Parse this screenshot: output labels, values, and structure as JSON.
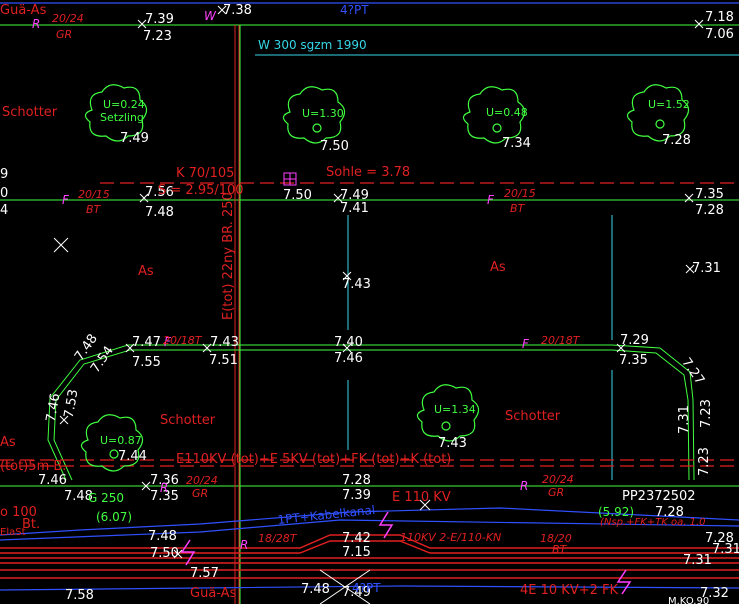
{
  "labels": {
    "top_left": "Guä-As",
    "r_top": "R",
    "bt_tl": "20/24",
    "gr_tl": "GR",
    "w_top": "W",
    "fp_top": "4?PT",
    "water_main": "W 300 sgzm 1990",
    "schotter_1": "Schotter",
    "schotter_2": "Schotter",
    "schotter_3": "Schotter",
    "sohle": "Sohle = 3.78",
    "k_pipe": "K 70/105",
    "sohle_2": "S = 2.95/100",
    "cable_vertical": "E(tot) 22ny BR. 250",
    "f_1": "F",
    "f_1_code": "20/15",
    "f_1_type": "BT",
    "f_2": "F",
    "f_2_code": "20/15",
    "f_2_type": "BT",
    "f_3": "F",
    "f_3_code": "20/18T",
    "f_4": "F",
    "f_4_code": "20/18T",
    "as_1": "As",
    "as_2": "As",
    "as_3": "As",
    "cable_line": "E110KV (tot)+E 5KV (tot)+FK (tot)+K (tot)",
    "cable_left": "(tot)5m B.",
    "g250": "G 250",
    "g250_val": "(6.07)",
    "r_mid": "R",
    "r_mid_code": "20/24",
    "r_mid_type": "GR",
    "r_right": "R",
    "r_right_code": "20/24",
    "r_right_type": "GR",
    "e110": "E 110 KV",
    "pp": "PP2372502",
    "val_592": "(5.92)",
    "right_cable": "(Nsp.+FK+TK oa. 1.0",
    "left_cable": "o 100",
    "left_bt": "Bt.",
    "left_ela": "ElaSt",
    "bottom_blue": "1PT+Kabelkanal",
    "r_low": "R",
    "r_low_code": "18/28T",
    "kv_low": "110KV 2-E/110-KN",
    "r_low2": "18/20",
    "r_low2_type": "BT",
    "bottom_left": "Guä-As",
    "bottom_fp": "4?PT",
    "bottom_right": "4E 10 KV+2 FK",
    "bottom_tiny": "M.KO.90"
  },
  "trees": [
    {
      "u": "U=0.24",
      "note": "Setzling",
      "elev": "7.49"
    },
    {
      "u": "U=1.30",
      "note": "",
      "elev": "7.50"
    },
    {
      "u": "U=0.48",
      "note": "",
      "elev": "7.34"
    },
    {
      "u": "U=1.52",
      "note": "",
      "elev": "7.28"
    },
    {
      "u": "U=0.87",
      "note": "",
      "elev": "7.44"
    },
    {
      "u": "U=1.34",
      "note": "",
      "elev": "7.43"
    }
  ],
  "elevations": {
    "e1": "7.39",
    "e2": "7.23",
    "e3": "7.38",
    "e4": "7.18",
    "e5": "7.06",
    "e6": "7.56",
    "e7": "7.48",
    "e8": "7.50",
    "e9": "7.49",
    "e10": "7.41",
    "e11": "7.35",
    "e12": "7.28",
    "e13": "7.43",
    "e14": "7.31",
    "e15": "7.47",
    "e16": "7.55",
    "e17": "7.43",
    "e18": "7.51",
    "e19": "7.40",
    "e20": "7.46",
    "e21": "7.29",
    "e22": "7.35",
    "e23": "7.48",
    "e24": "7.54",
    "e25": "7.46",
    "e26": "7.53",
    "e27": "7.27",
    "e28": "7.31",
    "e29": "7.23",
    "e30": "7.23",
    "e31": "7.46",
    "e32": "7.48",
    "e33": "7.36",
    "e34": "7.35",
    "e35": "7.28",
    "e36": "7.39",
    "e37": "7.28",
    "e38": "7.48",
    "e39": "7.50",
    "e40": "7.57",
    "e41": "7.42",
    "e42": "7.15",
    "e43": "7.28",
    "e44": "7.31",
    "e45": "7.31",
    "e46": "7.48",
    "e47": "7.49",
    "e48": "7.32",
    "e49": "7.58",
    "e50": "9",
    "e51": "0",
    "e52": "4"
  },
  "colors": {
    "background": "#000000",
    "grid_green": "#40ff40",
    "cyan": "#35d6e6",
    "red": "#e02020",
    "magenta": "#ff40ff",
    "blue": "#3050ff",
    "white": "#ffffff"
  }
}
